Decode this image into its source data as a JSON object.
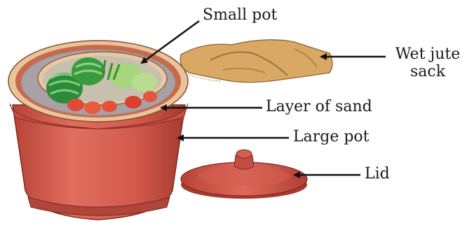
{
  "labels": {
    "small_pot": "Small pot",
    "wet_jute_sack_line1": "Wet jute",
    "wet_jute_sack_line2": "sack",
    "layer_of_sand": "Layer of sand",
    "large_pot": "Large pot",
    "lid": "Lid"
  },
  "colors": {
    "pot_terracotta": "#d0564a",
    "pot_rim": "#e8c9a4",
    "sand": "#a9a3a8",
    "jute": "#d7a866",
    "lid": "#cc5246",
    "arrow": "#111111"
  }
}
